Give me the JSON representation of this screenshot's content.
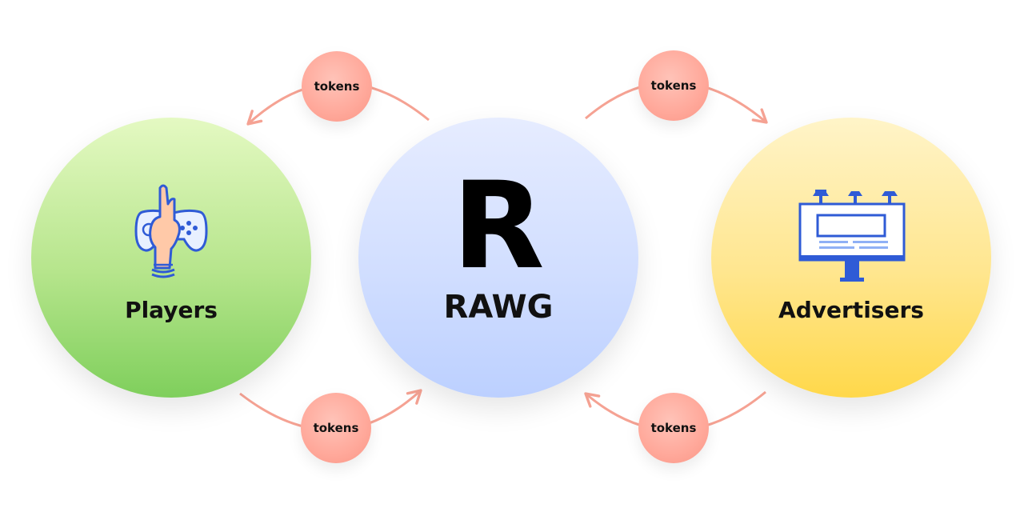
{
  "nodes": {
    "players": {
      "label": "Players",
      "icon": "gamepad-hand-icon"
    },
    "rawg": {
      "logo": "R",
      "label": "RAWG"
    },
    "advertisers": {
      "label": "Advertisers",
      "icon": "billboard-icon"
    }
  },
  "flows": [
    {
      "from": "RAWG",
      "to": "Players",
      "label": "tokens"
    },
    {
      "from": "RAWG",
      "to": "Advertisers",
      "label": "tokens"
    },
    {
      "from": "Players",
      "to": "RAWG",
      "label": "tokens"
    },
    {
      "from": "Advertisers",
      "to": "RAWG",
      "label": "tokens"
    }
  ],
  "colors": {
    "players": "#9bdb72",
    "rawg": "#cddbff",
    "advertisers": "#ffe27a",
    "token": "#ffab9e",
    "arrow": "#f5a293",
    "icon_blue": "#2f5bd6"
  }
}
